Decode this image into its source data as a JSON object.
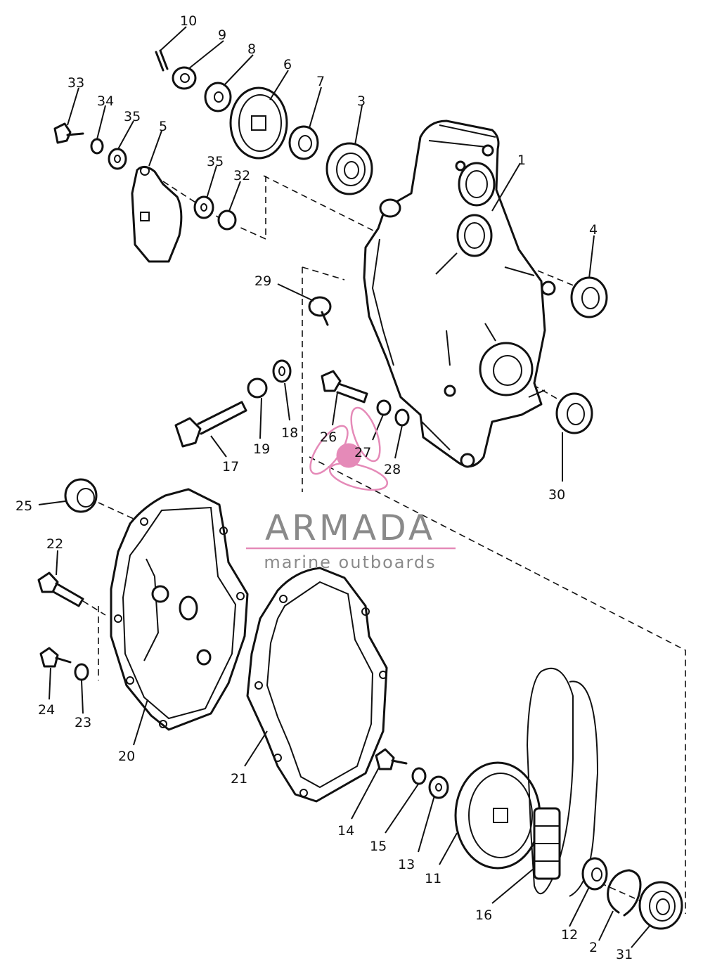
{
  "watermark": {
    "brand": "ARMADA",
    "tagline": "marine outboards",
    "accent_color": "#e58ab8",
    "text_color": "#8a8a8a"
  },
  "callouts": {
    "c1": "1",
    "c2": "2",
    "c3": "3",
    "c4": "4",
    "c5": "5",
    "c6": "6",
    "c7": "7",
    "c8": "8",
    "c9": "9",
    "c10": "10",
    "c11": "11",
    "c12": "12",
    "c13": "13",
    "c14": "14",
    "c15": "15",
    "c16": "16",
    "c17": "17",
    "c18": "18",
    "c19": "19",
    "c20": "20",
    "c21": "21",
    "c22": "22",
    "c23": "23",
    "c24": "24",
    "c25": "25",
    "c26": "26",
    "c27": "27",
    "c28": "28",
    "c29": "29",
    "c30": "30",
    "c31": "31",
    "c32": "32",
    "c33": "33",
    "c34": "34",
    "c35a": "35",
    "c35b": "35"
  }
}
